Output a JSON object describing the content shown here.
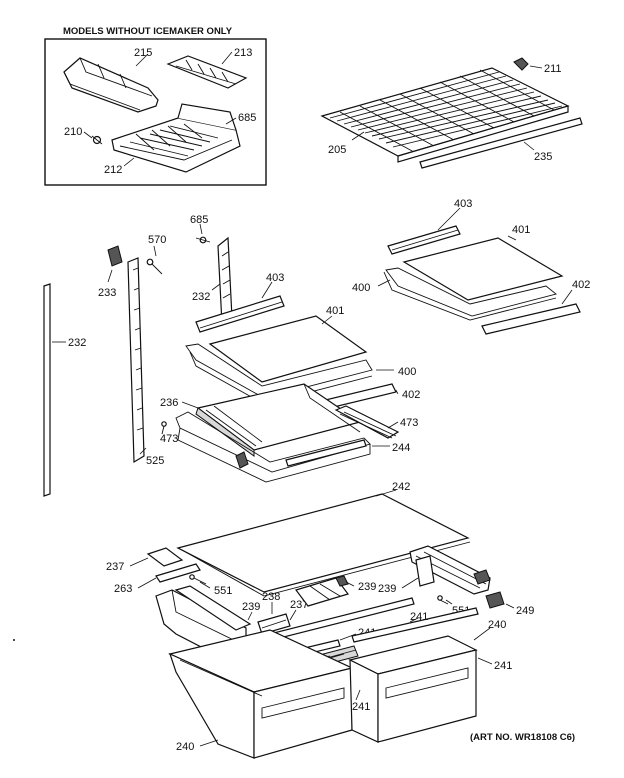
{
  "inset": {
    "title": "MODELS WITHOUT ICEMAKER ONLY"
  },
  "art_number": "(ART NO. WR18108 C6)",
  "labels": {
    "p215": "215",
    "p213": "213",
    "p685a": "685",
    "p210": "210",
    "p212": "212",
    "p211": "211",
    "p205": "205",
    "p235": "235",
    "p403a": "403",
    "p401a": "401",
    "p400a": "400",
    "p402a": "402",
    "p685b": "685",
    "p570": "570",
    "p233": "233",
    "p232a": "232",
    "p232b": "232",
    "p403b": "403",
    "p401b": "401",
    "p400b": "400",
    "p402b": "402",
    "p236": "236",
    "p473a": "473",
    "p473b": "473",
    "p244": "244",
    "p525": "525",
    "p242": "242",
    "p237a": "237",
    "p263": "263",
    "p551a": "551",
    "p239a": "239",
    "p239b": "239",
    "p239c": "239",
    "p238": "238",
    "p237b": "237",
    "p551b": "551",
    "p249": "249",
    "p241a": "241",
    "p241b": "241",
    "p240a": "240",
    "p241c": "241",
    "p241d": "241",
    "p240b": "240"
  }
}
